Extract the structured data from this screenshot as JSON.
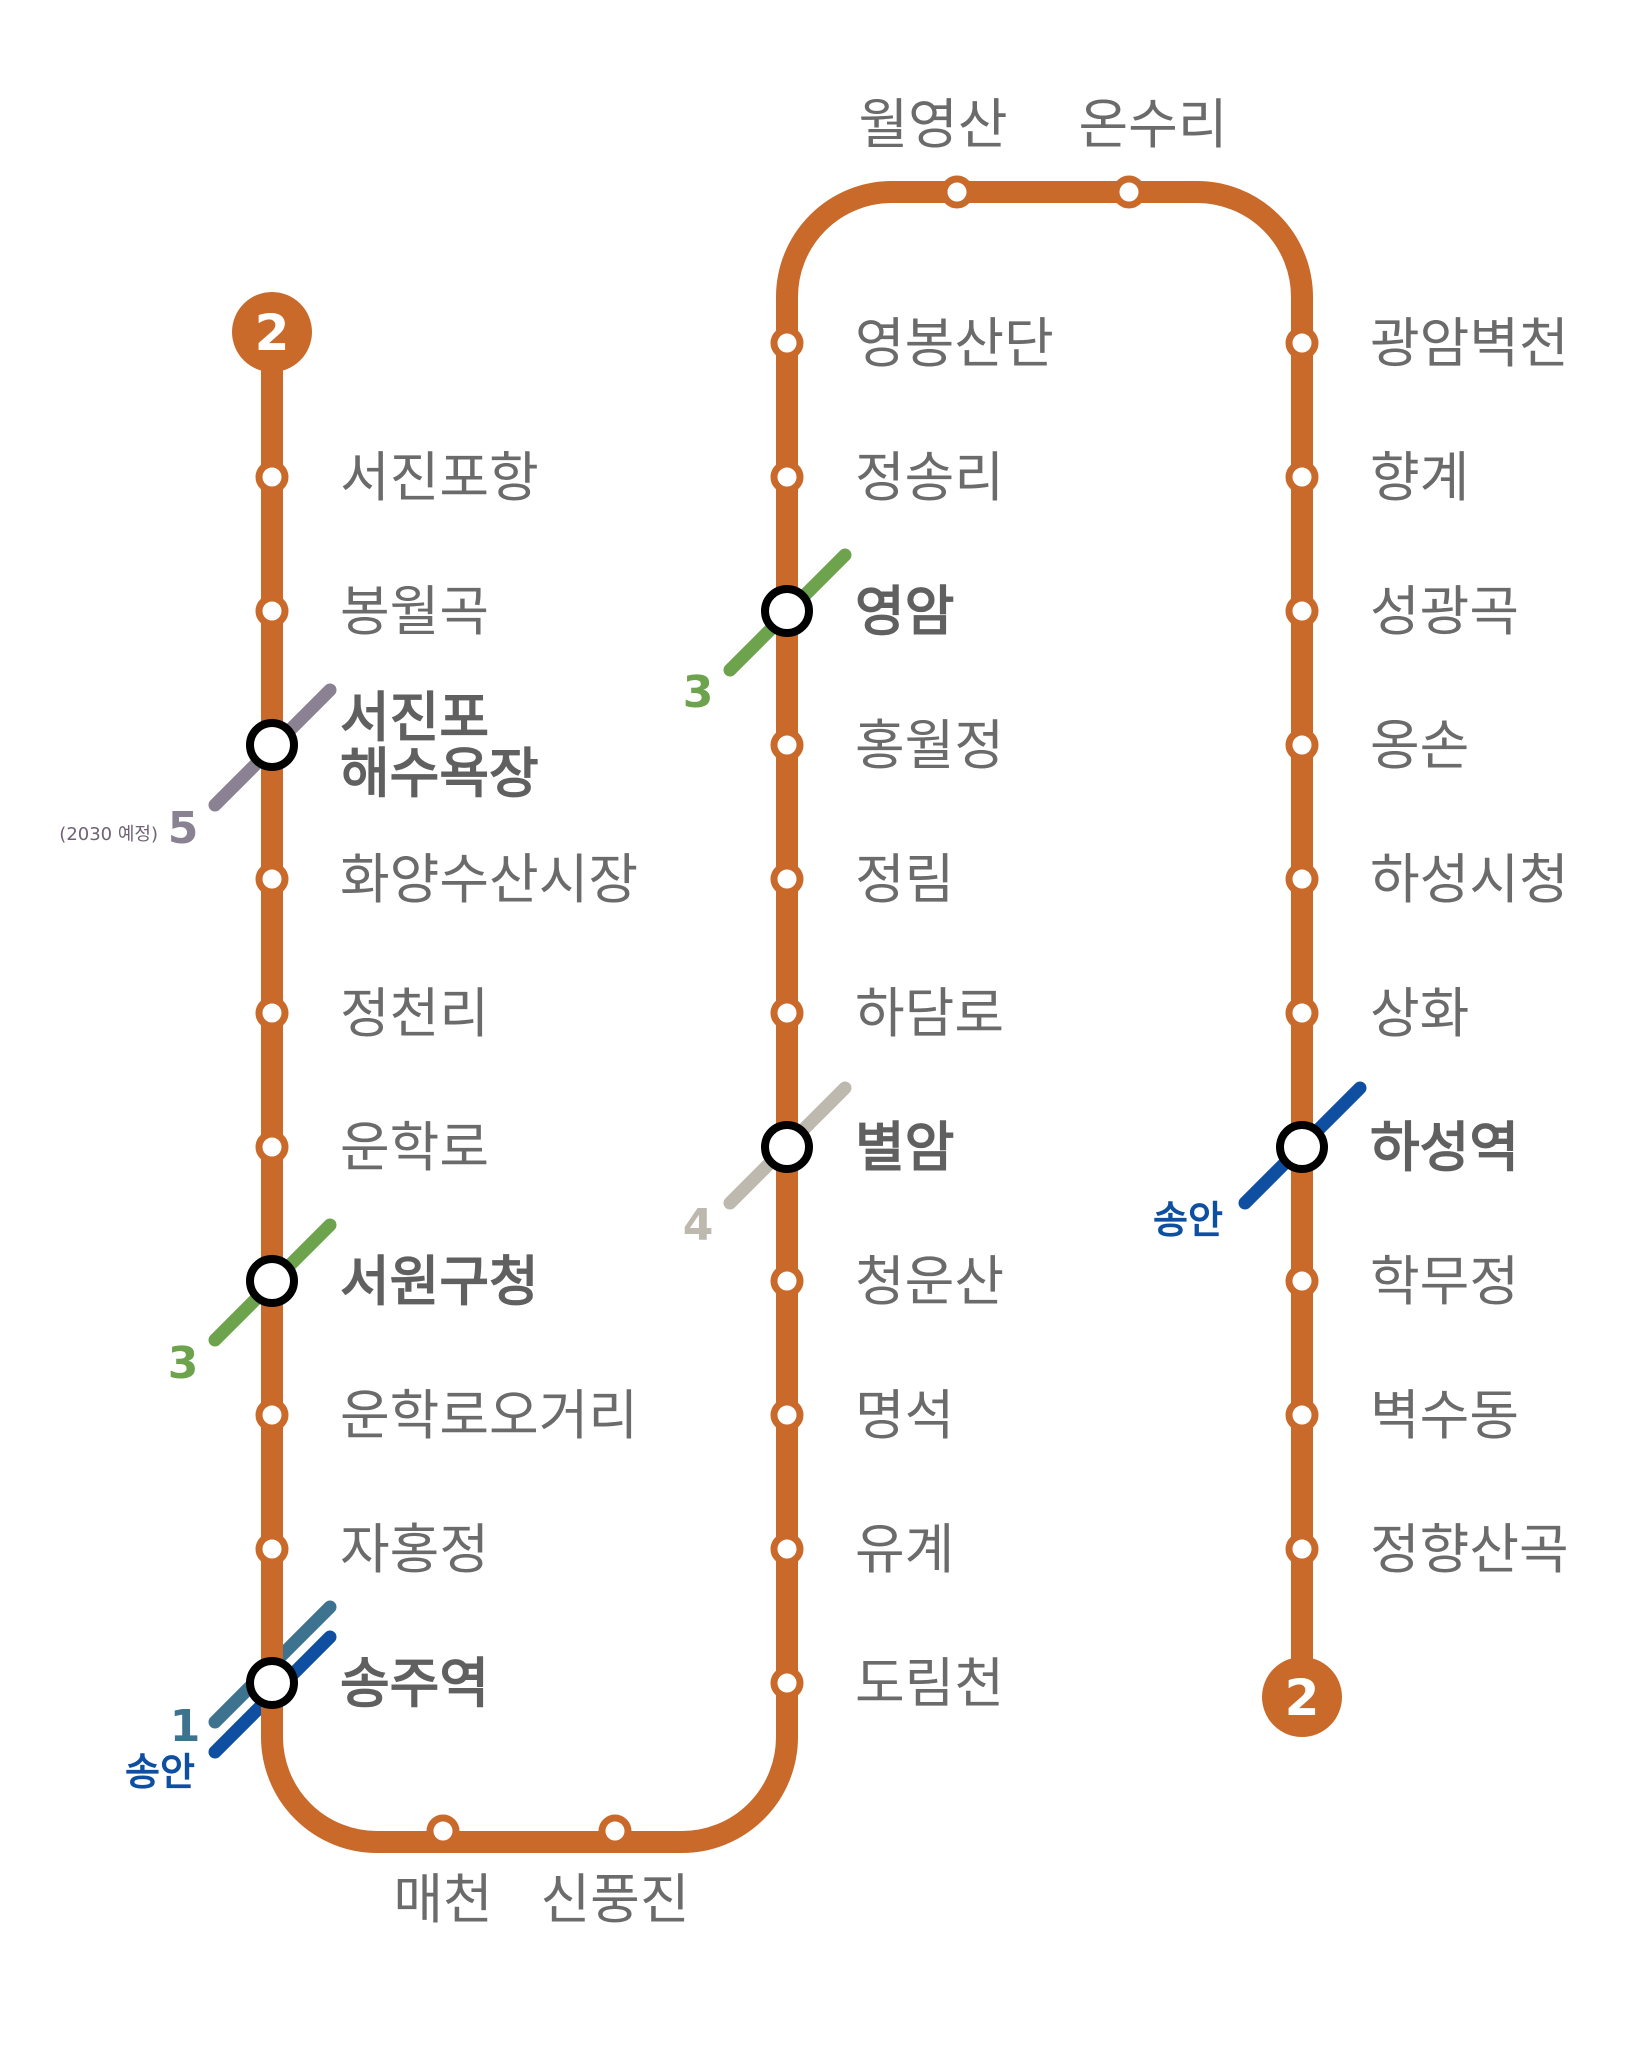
{
  "line": {
    "number": "2",
    "color": "#c96a2b"
  },
  "colors": {
    "line1": "#3e7390",
    "songan": "#0e4fa1",
    "line3": "#6da34d",
    "line4": "#bdb9ae",
    "line5": "#8a8192",
    "transfer_outline": "#000000"
  },
  "columns": [
    {
      "stations": [
        {
          "name": "서진포항",
          "transfer": false
        },
        {
          "name": "봉월곡",
          "transfer": false
        },
        {
          "name": "서진포\n해수욕장",
          "transfer": true
        },
        {
          "name": "화양수산시장",
          "transfer": false
        },
        {
          "name": "정천리",
          "transfer": false
        },
        {
          "name": "운학로",
          "transfer": false
        },
        {
          "name": "서원구청",
          "transfer": true
        },
        {
          "name": "운학로오거리",
          "transfer": false
        },
        {
          "name": "자홍정",
          "transfer": false
        },
        {
          "name": "송주역",
          "transfer": true
        }
      ]
    },
    {
      "stations": [
        {
          "name": "영봉산단",
          "transfer": false
        },
        {
          "name": "정송리",
          "transfer": false
        },
        {
          "name": "영암",
          "transfer": true
        },
        {
          "name": "홍월정",
          "transfer": false
        },
        {
          "name": "정림",
          "transfer": false
        },
        {
          "name": "하담로",
          "transfer": false
        },
        {
          "name": "별암",
          "transfer": true
        },
        {
          "name": "청운산",
          "transfer": false
        },
        {
          "name": "명석",
          "transfer": false
        },
        {
          "name": "유계",
          "transfer": false
        },
        {
          "name": "도림천",
          "transfer": false
        }
      ]
    },
    {
      "stations": [
        {
          "name": "광암벽천",
          "transfer": false
        },
        {
          "name": "향계",
          "transfer": false
        },
        {
          "name": "성광곡",
          "transfer": false
        },
        {
          "name": "옹손",
          "transfer": false
        },
        {
          "name": "하성시청",
          "transfer": false
        },
        {
          "name": "상화",
          "transfer": false
        },
        {
          "name": "하성역",
          "transfer": true
        },
        {
          "name": "학무정",
          "transfer": false
        },
        {
          "name": "벽수동",
          "transfer": false
        },
        {
          "name": "정향산곡",
          "transfer": false
        }
      ]
    }
  ],
  "top_stations": [
    "월영산",
    "온수리"
  ],
  "bottom_stations": [
    "매천",
    "신풍진"
  ],
  "transfer_labels": {
    "seojinpo": {
      "line": "5",
      "note": "(2030 예정)"
    },
    "seowon": {
      "line": "3"
    },
    "songju": {
      "line": "1",
      "songan": "송안"
    },
    "yeongam": {
      "line": "3"
    },
    "byeolam": {
      "line": "4"
    },
    "haseong": {
      "songan": "송안"
    }
  }
}
